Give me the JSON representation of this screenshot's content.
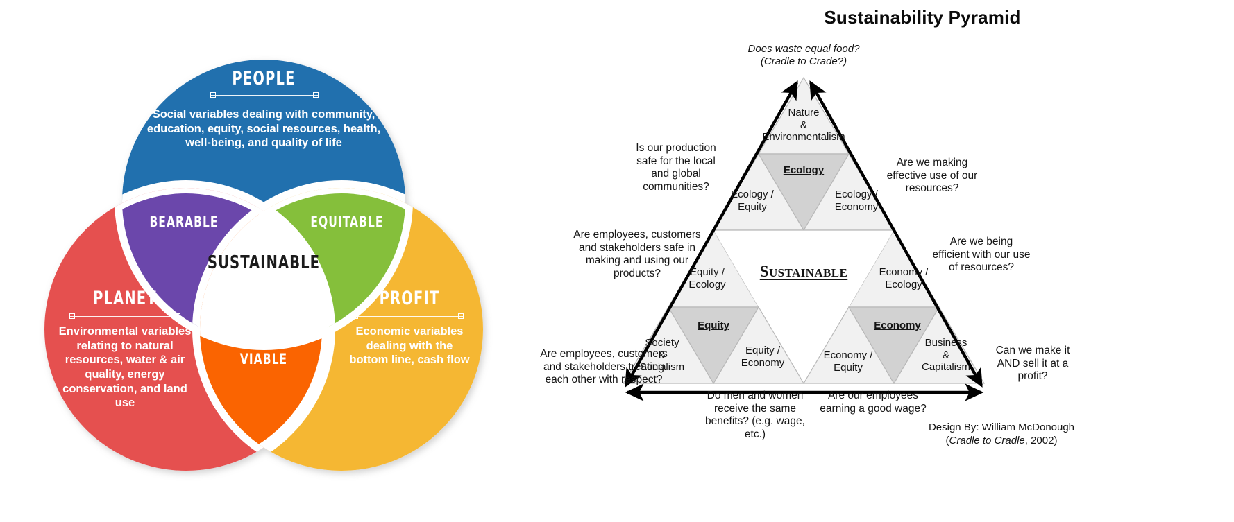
{
  "venn": {
    "circles": [
      {
        "id": "people",
        "title": "PEOPLE",
        "body": "Social variables dealing with community, education, equity, social resources, health, well-being, and quality of life",
        "color": "#2170AE"
      },
      {
        "id": "planet",
        "title": "PLANET",
        "body": "Environmental variables relating to natural resources, water & air quality, energy conservation, and land use",
        "color": "#E5504F"
      },
      {
        "id": "profit",
        "title": "PROFIT",
        "body": "Economic variables dealing with the bottom line, cash flow",
        "color": "#F5B733"
      }
    ],
    "overlaps": [
      {
        "id": "bearable",
        "label": "BEARABLE",
        "color": "#6B47AB"
      },
      {
        "id": "equitable",
        "label": "EQUITABLE",
        "color": "#85BF3B"
      },
      {
        "id": "viable",
        "label": "VIABLE",
        "color": "#FA6401"
      }
    ],
    "center": {
      "label": "SUSTAINABLE",
      "color": "#1b1b1b"
    }
  },
  "pyramid": {
    "title": "Sustainability Pyramid",
    "apex_question": {
      "line1": "Does waste equal food?",
      "line2": "(Cradle to Crade?)"
    },
    "questions": {
      "left_upper": "Is our production safe for the local and global communities?",
      "right_upper": "Are we making effective use of our resources?",
      "left_mid": "Are employees, customers and stakeholders safe in making and using our products?",
      "right_mid": "Are we being efficient with our use of resources?",
      "left_lower": "Are employees, customers and stakeholders treating each other with respect?",
      "right_lower": "Can we make it AND sell it at a profit?",
      "bottom_left": "Do men and women receive the same benefits? (e.g. wage, etc.)",
      "bottom_right": "Are our employees earning a good wage?"
    },
    "cells": {
      "nature": "Nature\n&\nEnvironmentalism",
      "ecology_key": "Ecology",
      "ecology_equity": "Ecology /\nEquity",
      "ecology_economy": "Ecology /\nEconomy",
      "equity_ecology": "Equity /\nEcology",
      "economy_ecology": "Economy /\nEcology",
      "sustainable_s": "S",
      "sustainable_rest": "USTAINABLE",
      "equity_key": "Equity",
      "economy_key": "Economy",
      "society": "Society\n&\nSocialism",
      "equity_economy": "Equity /\nEconomy",
      "economy_equity": "Economy /\nEquity",
      "business": "Business\n&\nCapitalism"
    },
    "credit": {
      "line1": "Design By: William McDonough",
      "line2_pre": "(",
      "line2_italic": "Cradle to Cradle",
      "line2_post": ", 2002)"
    },
    "colors": {
      "cell_light": "#f1f1f1",
      "cell_dark": "#d2d2d2",
      "cell_stroke": "#b8b8b8",
      "outline": "#000000"
    }
  }
}
